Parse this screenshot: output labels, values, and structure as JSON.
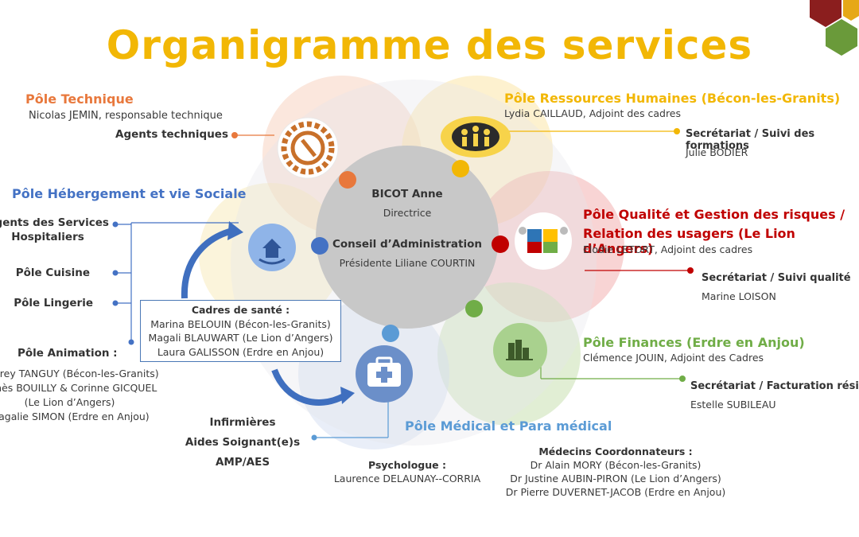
{
  "title": "Organigramme des services",
  "colors": {
    "title": "#f2b705",
    "technique": "#e8783c",
    "rh": "#f2b705",
    "qualite": "#c00000",
    "finances": "#70ad47",
    "hebergement": "#4472c4",
    "medical": "#5b9bd5",
    "center": "#c8c8c8"
  },
  "center": {
    "director_name": "BICOT Anne",
    "director_role": "Directrice",
    "board": "Conseil d’Administration",
    "board_president": "Présidente Liliane COURTIN"
  },
  "technique": {
    "title": "Pôle Technique",
    "head": "Nicolas JEMIN, responsable technique",
    "agents": "Agents techniques",
    "icon": "gear-icon"
  },
  "rh": {
    "title": "Pôle Ressources Humaines (Bécon-les-Granits)",
    "head": "Lydia CAILLAUD, Adjoint des cadres",
    "sub_title": "Secrétariat /  Suivi des formations",
    "sub_name": "Julie BODIER",
    "icon": "people-cloud-icon"
  },
  "qualite": {
    "title_line1": "Pôle Qualité et Gestion des risques /",
    "title_line2": "Relation des usagers (Le Lion d’Angers)",
    "head": "Elodie LETORT, Adjoint des cadres",
    "sub_title": "Secrétariat / Suivi qualité",
    "sub_name": "Marine LOISON",
    "icon": "puzzle-icon"
  },
  "finances": {
    "title": "Pôle Finances (Erdre en Anjou)",
    "head": "Clémence JOUIN, Adjoint des Cadres",
    "sub_title": "Secrétariat / Facturation résidents",
    "sub_name": "Estelle SUBILEAU",
    "icon": "chart-icon"
  },
  "hebergement": {
    "title": "Pôle Hébergement et vie Sociale",
    "agents_line1": "Agents des Services",
    "agents_line2": "Hospitaliers",
    "cuisine": "Pôle Cuisine",
    "lingerie": "Pôle Lingerie",
    "animation": "Pôle Animation :",
    "animation_p1": "Audrey TANGUY (Bécon-les-Granits)",
    "animation_p2": "Agnès BOUILLY & Corinne GICQUEL",
    "animation_p3": "(Le Lion d’Angers)",
    "animation_p4": "Magalie SIMON (Erdre en Anjou)",
    "icon": "house-hand-icon"
  },
  "cadres": {
    "title": "Cadres de santé :",
    "p1": "Marina BELOUIN (Bécon-les-Granits)",
    "p2": "Magali BLAUWART (Le Lion d’Angers)",
    "p3": "Laura GALISSON (Erdre en Anjou)"
  },
  "medical": {
    "title": "Pôle Médical et Para médical",
    "infirmieres": "Infirmières",
    "aides": "Aides Soignant(e)s",
    "amp": "AMP/AES",
    "psy_title": "Psychologue :",
    "psy_name": "Laurence DELAUNAY--CORRIA",
    "medecins_title": "Médecins Coordonnateurs :",
    "med1": "Dr Alain MORY (Bécon-les-Granits)",
    "med2": "Dr Justine AUBIN-PIRON (Le Lion d’Angers)",
    "med3": "Dr Pierre DUVERNET-JACOB (Erdre en Anjou)",
    "icon": "medical-kit-icon"
  }
}
